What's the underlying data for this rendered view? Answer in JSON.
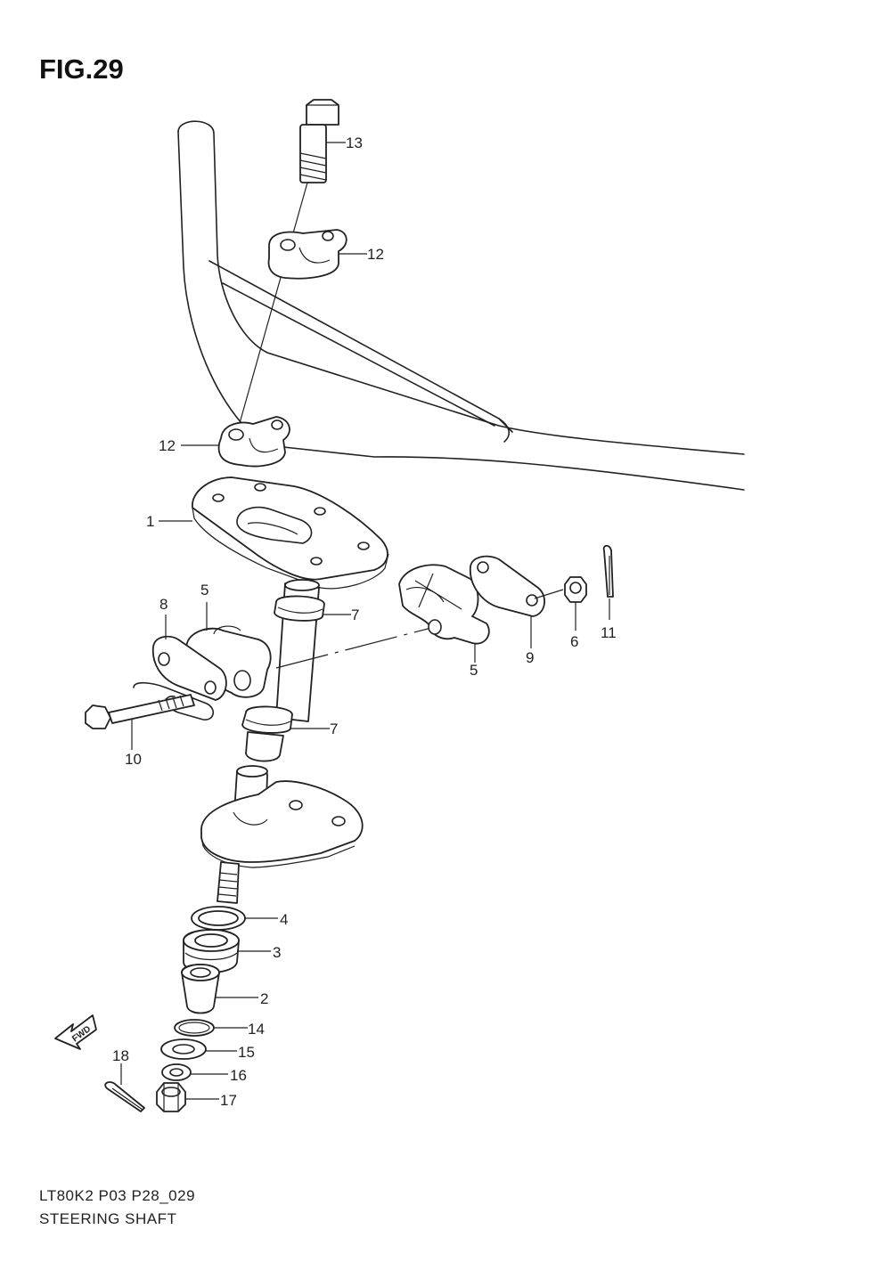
{
  "figure": {
    "title": "FIG.29"
  },
  "fwd_label": "FWD",
  "callouts": {
    "c1": "1",
    "c2": "2",
    "c3": "3",
    "c4": "4",
    "c5a": "5",
    "c5b": "5",
    "c6": "6",
    "c7a": "7",
    "c7b": "7",
    "c8": "8",
    "c9": "9",
    "c10": "10",
    "c11": "11",
    "c12a": "12",
    "c12b": "12",
    "c13": "13",
    "c14": "14",
    "c15": "15",
    "c16": "16",
    "c17": "17",
    "c18": "18"
  },
  "footer": {
    "code": "LT80K2 P03 P28_029",
    "name": "STEERING SHAFT"
  }
}
